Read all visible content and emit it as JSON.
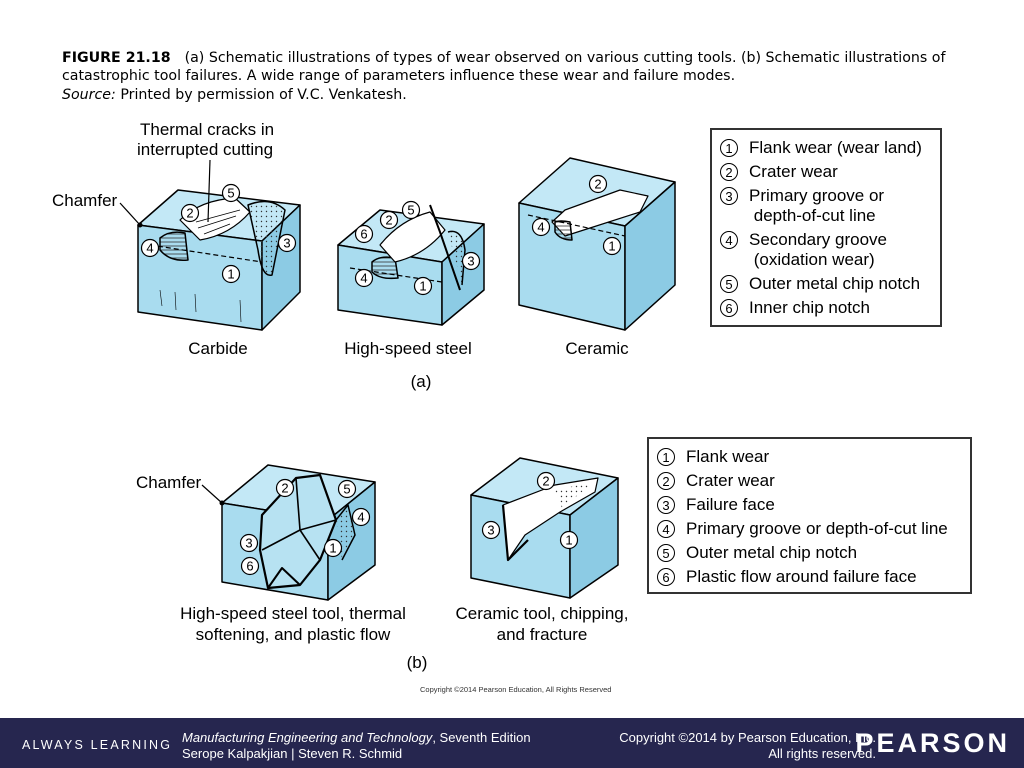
{
  "caption": {
    "figure": "FIGURE 21.18",
    "text": "(a) Schematic illustrations of types of wear observed on various cutting tools. (b) Schematic illustrations of catastrophic tool failures. A wide range of parameters influence these wear and failure modes.",
    "source_label": "Source:",
    "source_text": "Printed by permission of V.C. Venkatesh."
  },
  "part_a": {
    "label": "(a)",
    "thermal_cracks_line1": "Thermal cracks in",
    "thermal_cracks_line2": "interrupted cutting",
    "chamfer": "Chamfer",
    "tools": [
      "Carbide",
      "High-speed steel",
      "Ceramic"
    ],
    "legend": [
      {
        "num": "1",
        "text": "Flank wear (wear land)"
      },
      {
        "num": "2",
        "text": "Crater wear"
      },
      {
        "num": "3",
        "text": "Primary groove or",
        "text2": "depth-of-cut line"
      },
      {
        "num": "4",
        "text": "Secondary groove",
        "text2": "(oxidation wear)"
      },
      {
        "num": "5",
        "text": "Outer metal chip notch"
      },
      {
        "num": "6",
        "text": "Inner chip notch"
      }
    ]
  },
  "part_b": {
    "label": "(b)",
    "chamfer": "Chamfer",
    "tool1_line1": "High-speed steel tool, thermal",
    "tool1_line2": "softening, and plastic flow",
    "tool2_line1": "Ceramic tool, chipping,",
    "tool2_line2": "and fracture",
    "legend": [
      {
        "num": "1",
        "text": "Flank wear"
      },
      {
        "num": "2",
        "text": "Crater wear"
      },
      {
        "num": "3",
        "text": "Failure face"
      },
      {
        "num": "4",
        "text": "Primary groove or depth-of-cut line"
      },
      {
        "num": "5",
        "text": "Outer metal chip notch"
      },
      {
        "num": "6",
        "text": "Plastic flow around failure face"
      }
    ]
  },
  "markers": {
    "n1": "1",
    "n2": "2",
    "n3": "3",
    "n4": "4",
    "n5": "5",
    "n6": "6"
  },
  "colors": {
    "tool_fill": "#a9dcef",
    "tool_top": "#c3e8f6",
    "tool_side": "#8ccbe4",
    "footer_bg": "#26264f"
  },
  "copyright_small": "Copyright ©2014 Pearson Education, All Rights Reserved",
  "footer": {
    "always_learning": "ALWAYS LEARNING",
    "book_title": "Manufacturing Engineering and Technology",
    "book_edition": ", Seventh Edition",
    "authors": "Serope Kalpakjian | Steven R. Schmid",
    "copyright_line1": "Copyright ©2014 by Pearson Education, Inc.",
    "copyright_line2": "All rights reserved.",
    "brand": "PEARSON"
  }
}
